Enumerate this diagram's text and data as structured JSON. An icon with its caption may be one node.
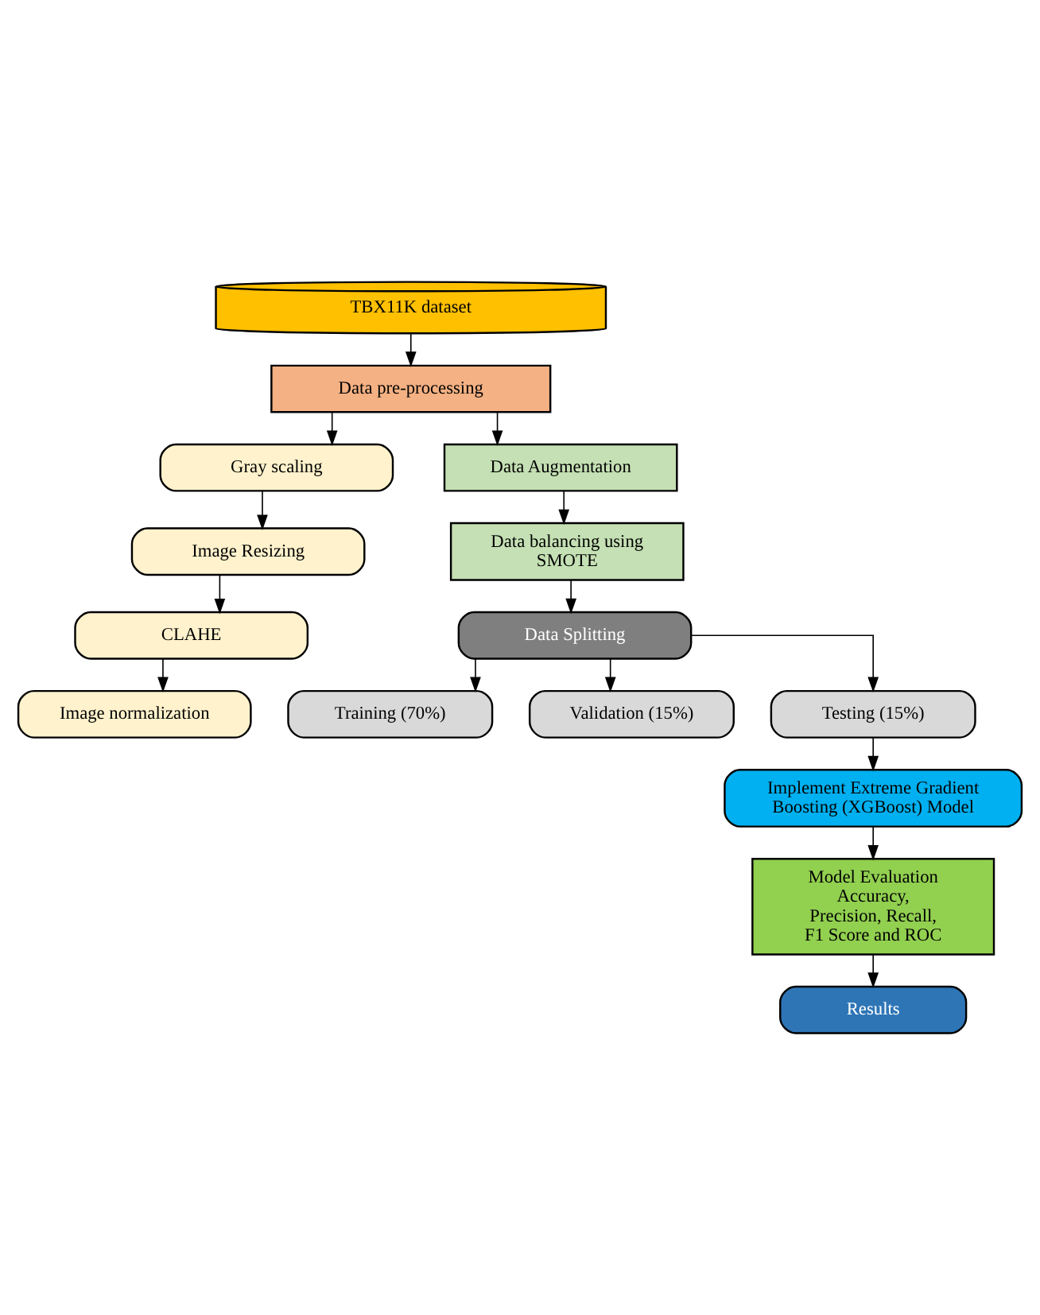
{
  "diagram": {
    "nodes": [
      {
        "text": [
          "TBX11K dataset"
        ]
      },
      {
        "text": [
          "Data pre-processing"
        ]
      },
      {
        "text": [
          "Gray scaling"
        ]
      },
      {
        "text": [
          "Image Resizing"
        ]
      },
      {
        "text": [
          "CLAHE"
        ]
      },
      {
        "text": [
          "Image normalization"
        ]
      },
      {
        "text": [
          "Data Augmentation"
        ]
      },
      {
        "text": [
          "Data balancing using SMOTE"
        ]
      },
      {
        "text": [
          "Data Splitting"
        ]
      },
      {
        "text": [
          "Training (70%)"
        ]
      },
      {
        "text": [
          "Validation (15%)"
        ]
      },
      {
        "text": [
          "Testing (15%)"
        ]
      },
      {
        "text": [
          "Implement Extreme Gradient Boosting (XGBoost) Model"
        ]
      },
      {
        "text": [
          "Model Evaluation",
          "Accuracy, Precision, Recall, F1 Score and ROC"
        ]
      },
      {
        "text": [
          "Results"
        ]
      }
    ],
    "edges": [
      {
        "from": 0,
        "to": 1,
        "arrow": "to"
      },
      {
        "from": 1,
        "to": 2,
        "arrow": "to"
      },
      {
        "from": 1,
        "to": 6,
        "arrow": "to"
      },
      {
        "from": 2,
        "to": 3,
        "arrow": "to"
      },
      {
        "from": 3,
        "to": 4,
        "arrow": "to"
      },
      {
        "from": 4,
        "to": 5,
        "arrow": "to"
      },
      {
        "from": 6,
        "to": 7,
        "arrow": "to"
      },
      {
        "from": 7,
        "to": 8,
        "arrow": "to"
      },
      {
        "from": 8,
        "to": 9,
        "arrow": "to"
      },
      {
        "from": 8,
        "to": 10,
        "arrow": "to"
      },
      {
        "from": 8,
        "to": 11,
        "arrow": "to"
      },
      {
        "from": 11,
        "to": 12,
        "arrow": "to"
      },
      {
        "from": 12,
        "to": 13,
        "arrow": "to"
      },
      {
        "from": 13,
        "to": 14,
        "arrow": "to"
      }
    ]
  }
}
